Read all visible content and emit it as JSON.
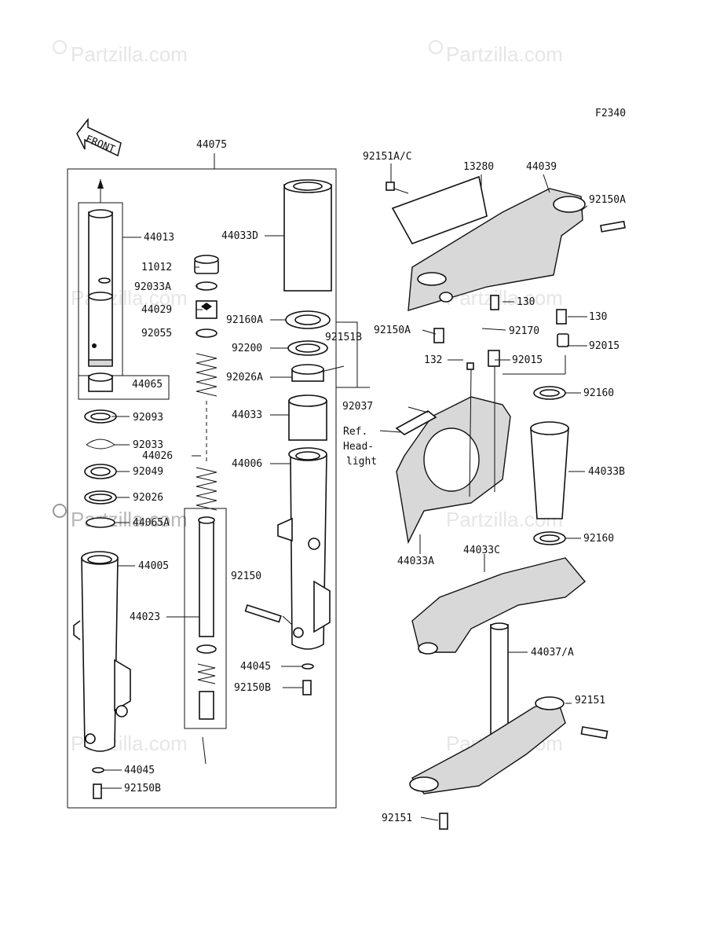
{
  "diagram_code": "F2340",
  "front_arrow_label": "FRONT",
  "watermark": "Partzilla.com",
  "ref_note": [
    "Ref.",
    "Head-",
    "light"
  ],
  "labels": {
    "44075": "44075",
    "44013": "44013",
    "44033D": "44033D",
    "11012": "11012",
    "92033A": "92033A",
    "44029": "44029",
    "92160A": "92160A",
    "92055": "92055",
    "92200": "92200",
    "92151B": "92151B",
    "92026A": "92026A",
    "44065": "44065",
    "92093": "92093",
    "44033": "44033",
    "92033": "92033",
    "44026": "44026",
    "44006": "44006",
    "92049": "92049",
    "92026": "92026",
    "44065A": "44065A",
    "44005": "44005",
    "92150": "92150",
    "44023": "44023",
    "44045_a": "44045",
    "92150B_a": "92150B",
    "44045_b": "44045",
    "92150B_b": "92150B",
    "92151AC": "92151A/C",
    "13280": "13280",
    "44039": "44039",
    "92150A_a": "92150A",
    "130_a": "130",
    "130_b": "130",
    "92150A_b": "92150A",
    "92170": "92170",
    "132": "132",
    "92015_a": "92015",
    "92015_b": "92015",
    "92037": "92037",
    "92160_a": "92160",
    "44033B": "44033B",
    "44033A": "44033A",
    "44033C": "44033C",
    "92160_b": "92160",
    "44037A": "44037/A",
    "92151_a": "92151",
    "92151_b": "92151"
  }
}
